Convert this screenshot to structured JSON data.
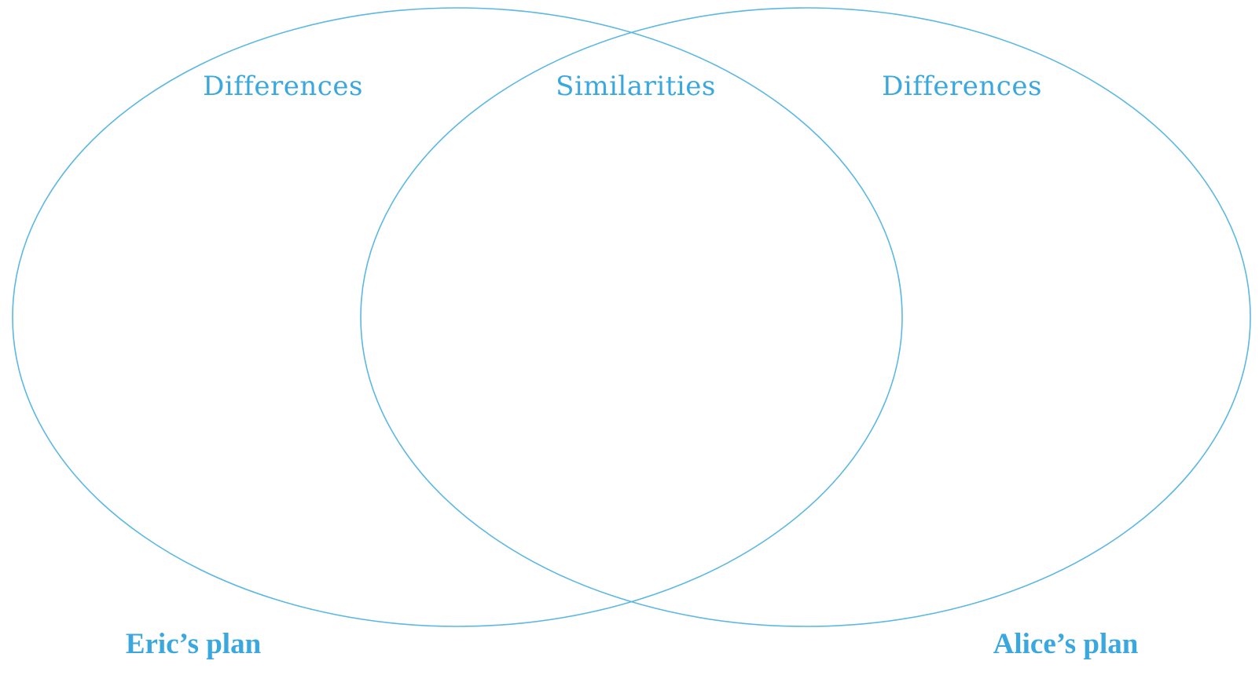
{
  "diagram": {
    "type": "venn",
    "line_color": "#5bb8e3",
    "text_color": "#3aa8de",
    "regions": {
      "left": "Differences",
      "overlap": "Similarities",
      "right": "Differences"
    },
    "sets": {
      "left": "Eric’s plan",
      "right": "Alice’s plan"
    }
  }
}
